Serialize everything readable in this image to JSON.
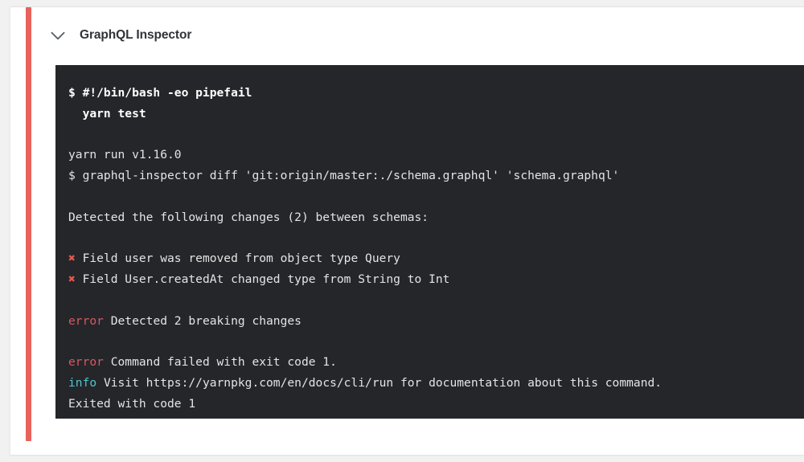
{
  "card": {
    "status_color": "#e8615c",
    "background": "#ffffff"
  },
  "header": {
    "collapse_icon": "chevron-down-icon",
    "title": "GraphQL Inspector"
  },
  "terminal": {
    "background": "#24262a",
    "text_color": "#e4e4e4",
    "error_color": "#d9575f",
    "info_color": "#4ec5cd",
    "marker_color": "#e8564f",
    "lines": [
      {
        "id": "cmd-shebang",
        "style": "bold",
        "segments": [
          {
            "text": "$ #!/bin/bash -eo pipefail"
          }
        ]
      },
      {
        "id": "cmd-yarn-test",
        "style": "bold",
        "segments": [
          {
            "text": "  yarn test"
          }
        ]
      },
      {
        "id": "blank-1",
        "style": "blank",
        "segments": []
      },
      {
        "id": "yarn-version",
        "style": "plain",
        "segments": [
          {
            "text": "yarn run v1.16.0"
          }
        ]
      },
      {
        "id": "cmd-diff",
        "style": "plain",
        "segments": [
          {
            "text": "$ graphql-inspector diff 'git:origin/master:./schema.graphql' 'schema.graphql'"
          }
        ]
      },
      {
        "id": "blank-2",
        "style": "blank",
        "segments": []
      },
      {
        "id": "detected-header",
        "style": "plain",
        "segments": [
          {
            "text": "Detected the following changes (2) between schemas:"
          }
        ]
      },
      {
        "id": "blank-3",
        "style": "blank",
        "segments": []
      },
      {
        "id": "change-1",
        "style": "plain",
        "segments": [
          {
            "text": "✖",
            "token": "x"
          },
          {
            "text": " Field user was removed from object type Query"
          }
        ]
      },
      {
        "id": "change-2",
        "style": "plain",
        "segments": [
          {
            "text": "✖",
            "token": "x"
          },
          {
            "text": " Field User.createdAt changed type from String to Int"
          }
        ]
      },
      {
        "id": "blank-4",
        "style": "blank",
        "segments": []
      },
      {
        "id": "error-breaking",
        "style": "plain",
        "segments": [
          {
            "text": "error",
            "token": "error"
          },
          {
            "text": " Detected 2 breaking changes"
          }
        ]
      },
      {
        "id": "blank-5",
        "style": "blank",
        "segments": []
      },
      {
        "id": "error-exit",
        "style": "plain",
        "segments": [
          {
            "text": "error",
            "token": "error"
          },
          {
            "text": " Command failed with exit code 1."
          }
        ]
      },
      {
        "id": "info-docs",
        "style": "plain",
        "segments": [
          {
            "text": "info",
            "token": "info"
          },
          {
            "text": " Visit https://yarnpkg.com/en/docs/cli/run for documentation about this command."
          }
        ]
      },
      {
        "id": "exited",
        "style": "plain",
        "segments": [
          {
            "text": "Exited with code 1"
          }
        ]
      }
    ]
  }
}
